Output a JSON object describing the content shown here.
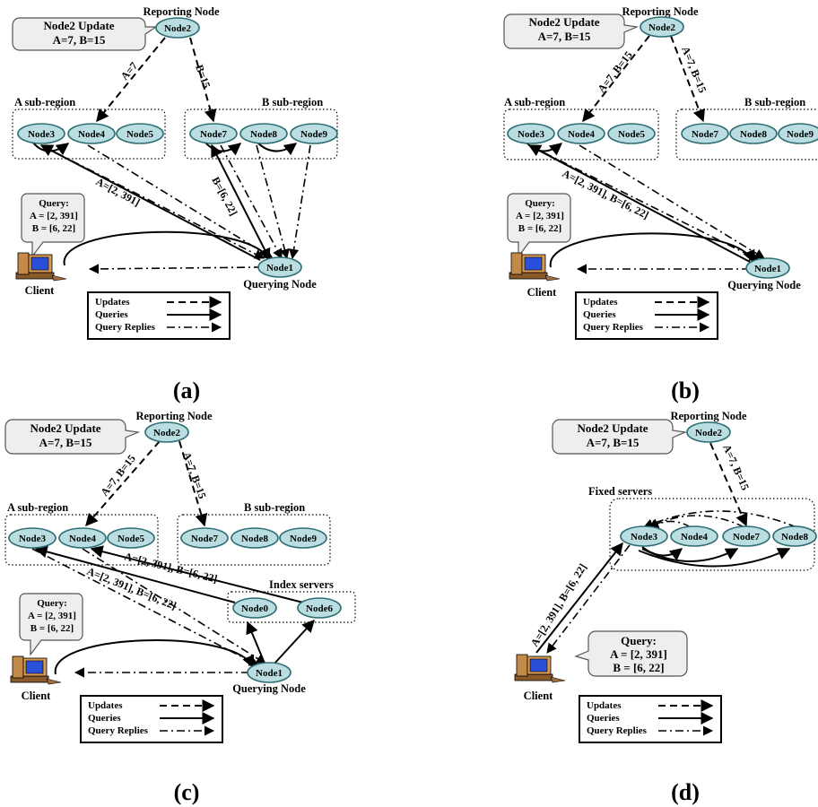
{
  "panels": [
    {
      "id": "a",
      "caption": "(a)",
      "reporting_label": "Reporting Node",
      "update_bubble": [
        "Node2 Update",
        "A=7, B=15"
      ],
      "query_bubble": [
        "Query:",
        "A = [2, 391]",
        "B = [6, 22]"
      ],
      "client_label": "Client",
      "querying_label": "Querying Node",
      "region_labels": [
        "A sub-region",
        "B sub-region"
      ],
      "nodes": [
        "Node2",
        "Node3",
        "Node4",
        "Node5",
        "Node7",
        "Node8",
        "Node9",
        "Node1"
      ],
      "edge_labels": [
        "A=7",
        "B=15",
        "A=[2, 391]",
        "B=[6, 22]"
      ]
    },
    {
      "id": "b",
      "caption": "(b)",
      "reporting_label": "Reporting Node",
      "update_bubble": [
        "Node2 Update",
        "A=7, B=15"
      ],
      "query_bubble": [
        "Query:",
        "A = [2, 391]",
        "B = [6, 22]"
      ],
      "client_label": "Client",
      "querying_label": "Querying Node",
      "region_labels": [
        "A sub-region",
        "B sub-region"
      ],
      "nodes": [
        "Node2",
        "Node3",
        "Node4",
        "Node5",
        "Node7",
        "Node8",
        "Node9",
        "Node1"
      ],
      "edge_labels": [
        "A=7, B=15",
        "A=7, B=15",
        "A=[2, 391], B=[6, 22]"
      ]
    },
    {
      "id": "c",
      "caption": "(c)",
      "reporting_label": "Reporting Node",
      "update_bubble": [
        "Node2 Update",
        "A=7, B=15"
      ],
      "query_bubble": [
        "Query:",
        "A = [2, 391]",
        "B = [6, 22]"
      ],
      "client_label": "Client",
      "querying_label": "Querying Node",
      "region_labels": [
        "A sub-region",
        "B sub-region",
        "Index servers"
      ],
      "nodes": [
        "Node2",
        "Node3",
        "Node4",
        "Node5",
        "Node7",
        "Node8",
        "Node9",
        "Node0",
        "Node6",
        "Node1"
      ],
      "edge_labels": [
        "A=7, B=15",
        "A=7, B=15",
        "A=[2, 391], B=[6, 22]",
        "A=[2, 391], B=[6, 22]"
      ]
    },
    {
      "id": "d",
      "caption": "(d)",
      "reporting_label": "Reporting Node",
      "update_bubble": [
        "Node2 Update",
        "A=7, B=15"
      ],
      "query_bubble": [
        "Query:",
        "A = [2, 391]",
        "B = [6, 22]"
      ],
      "client_label": "Client",
      "region_labels": [
        "Fixed servers"
      ],
      "nodes": [
        "Node2",
        "Node3",
        "Node4",
        "Node7",
        "Node8"
      ],
      "edge_labels": [
        "A=7, B=15",
        "A=[2, 391], B=[6, 22]"
      ]
    }
  ],
  "legend": [
    "Updates",
    "Queries",
    "Query Replies"
  ]
}
